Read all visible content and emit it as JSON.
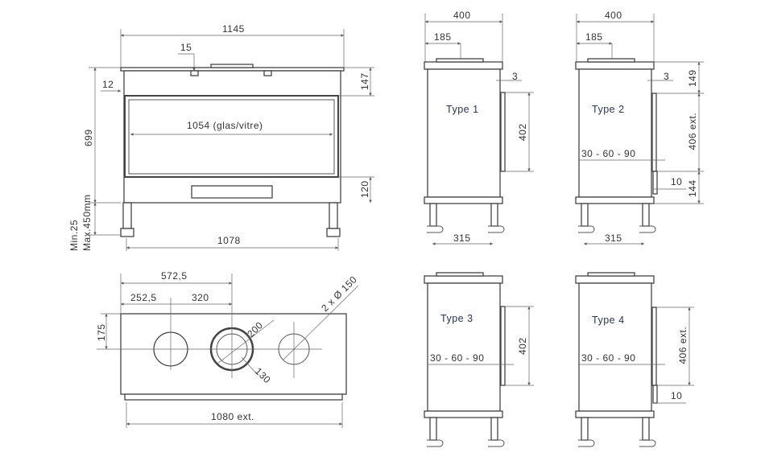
{
  "front_view": {
    "width_total": "1145",
    "offset_top": "15",
    "side_gap": "12",
    "height_total": "699",
    "top_height": "147",
    "glass_width": "1054 (glas/vitre)",
    "bottom_height": "120",
    "leg_min": "Min.25",
    "leg_max": "Max.450mm",
    "leg_spacing": "1078"
  },
  "top_view": {
    "center_offset": "572,5",
    "left_offset": "252,5",
    "spacing": "320",
    "depth_offset": "175",
    "outlet_diameter": "200",
    "ring_diameter": "130",
    "inlets": "2 x Ø 150",
    "width_ext": "1080 ext."
  },
  "side_views": [
    {
      "label": "Type 1",
      "width": "400",
      "offset": "185",
      "gap": "3",
      "door_height": "402",
      "leg_spacing": "315"
    },
    {
      "label": "Type 2",
      "width": "400",
      "offset": "185",
      "gap": "3",
      "top_height": "149",
      "door_height": "406 ext.",
      "bottom_height": "144",
      "options": "30 - 60 - 90",
      "small_gap": "10",
      "leg_spacing": "315"
    },
    {
      "label": "Type 3",
      "door_height": "402",
      "options": "30 - 60 - 90"
    },
    {
      "label": "Type 4",
      "door_height": "406 ext.",
      "options": "30 - 60 - 90",
      "small_gap": "10"
    }
  ]
}
